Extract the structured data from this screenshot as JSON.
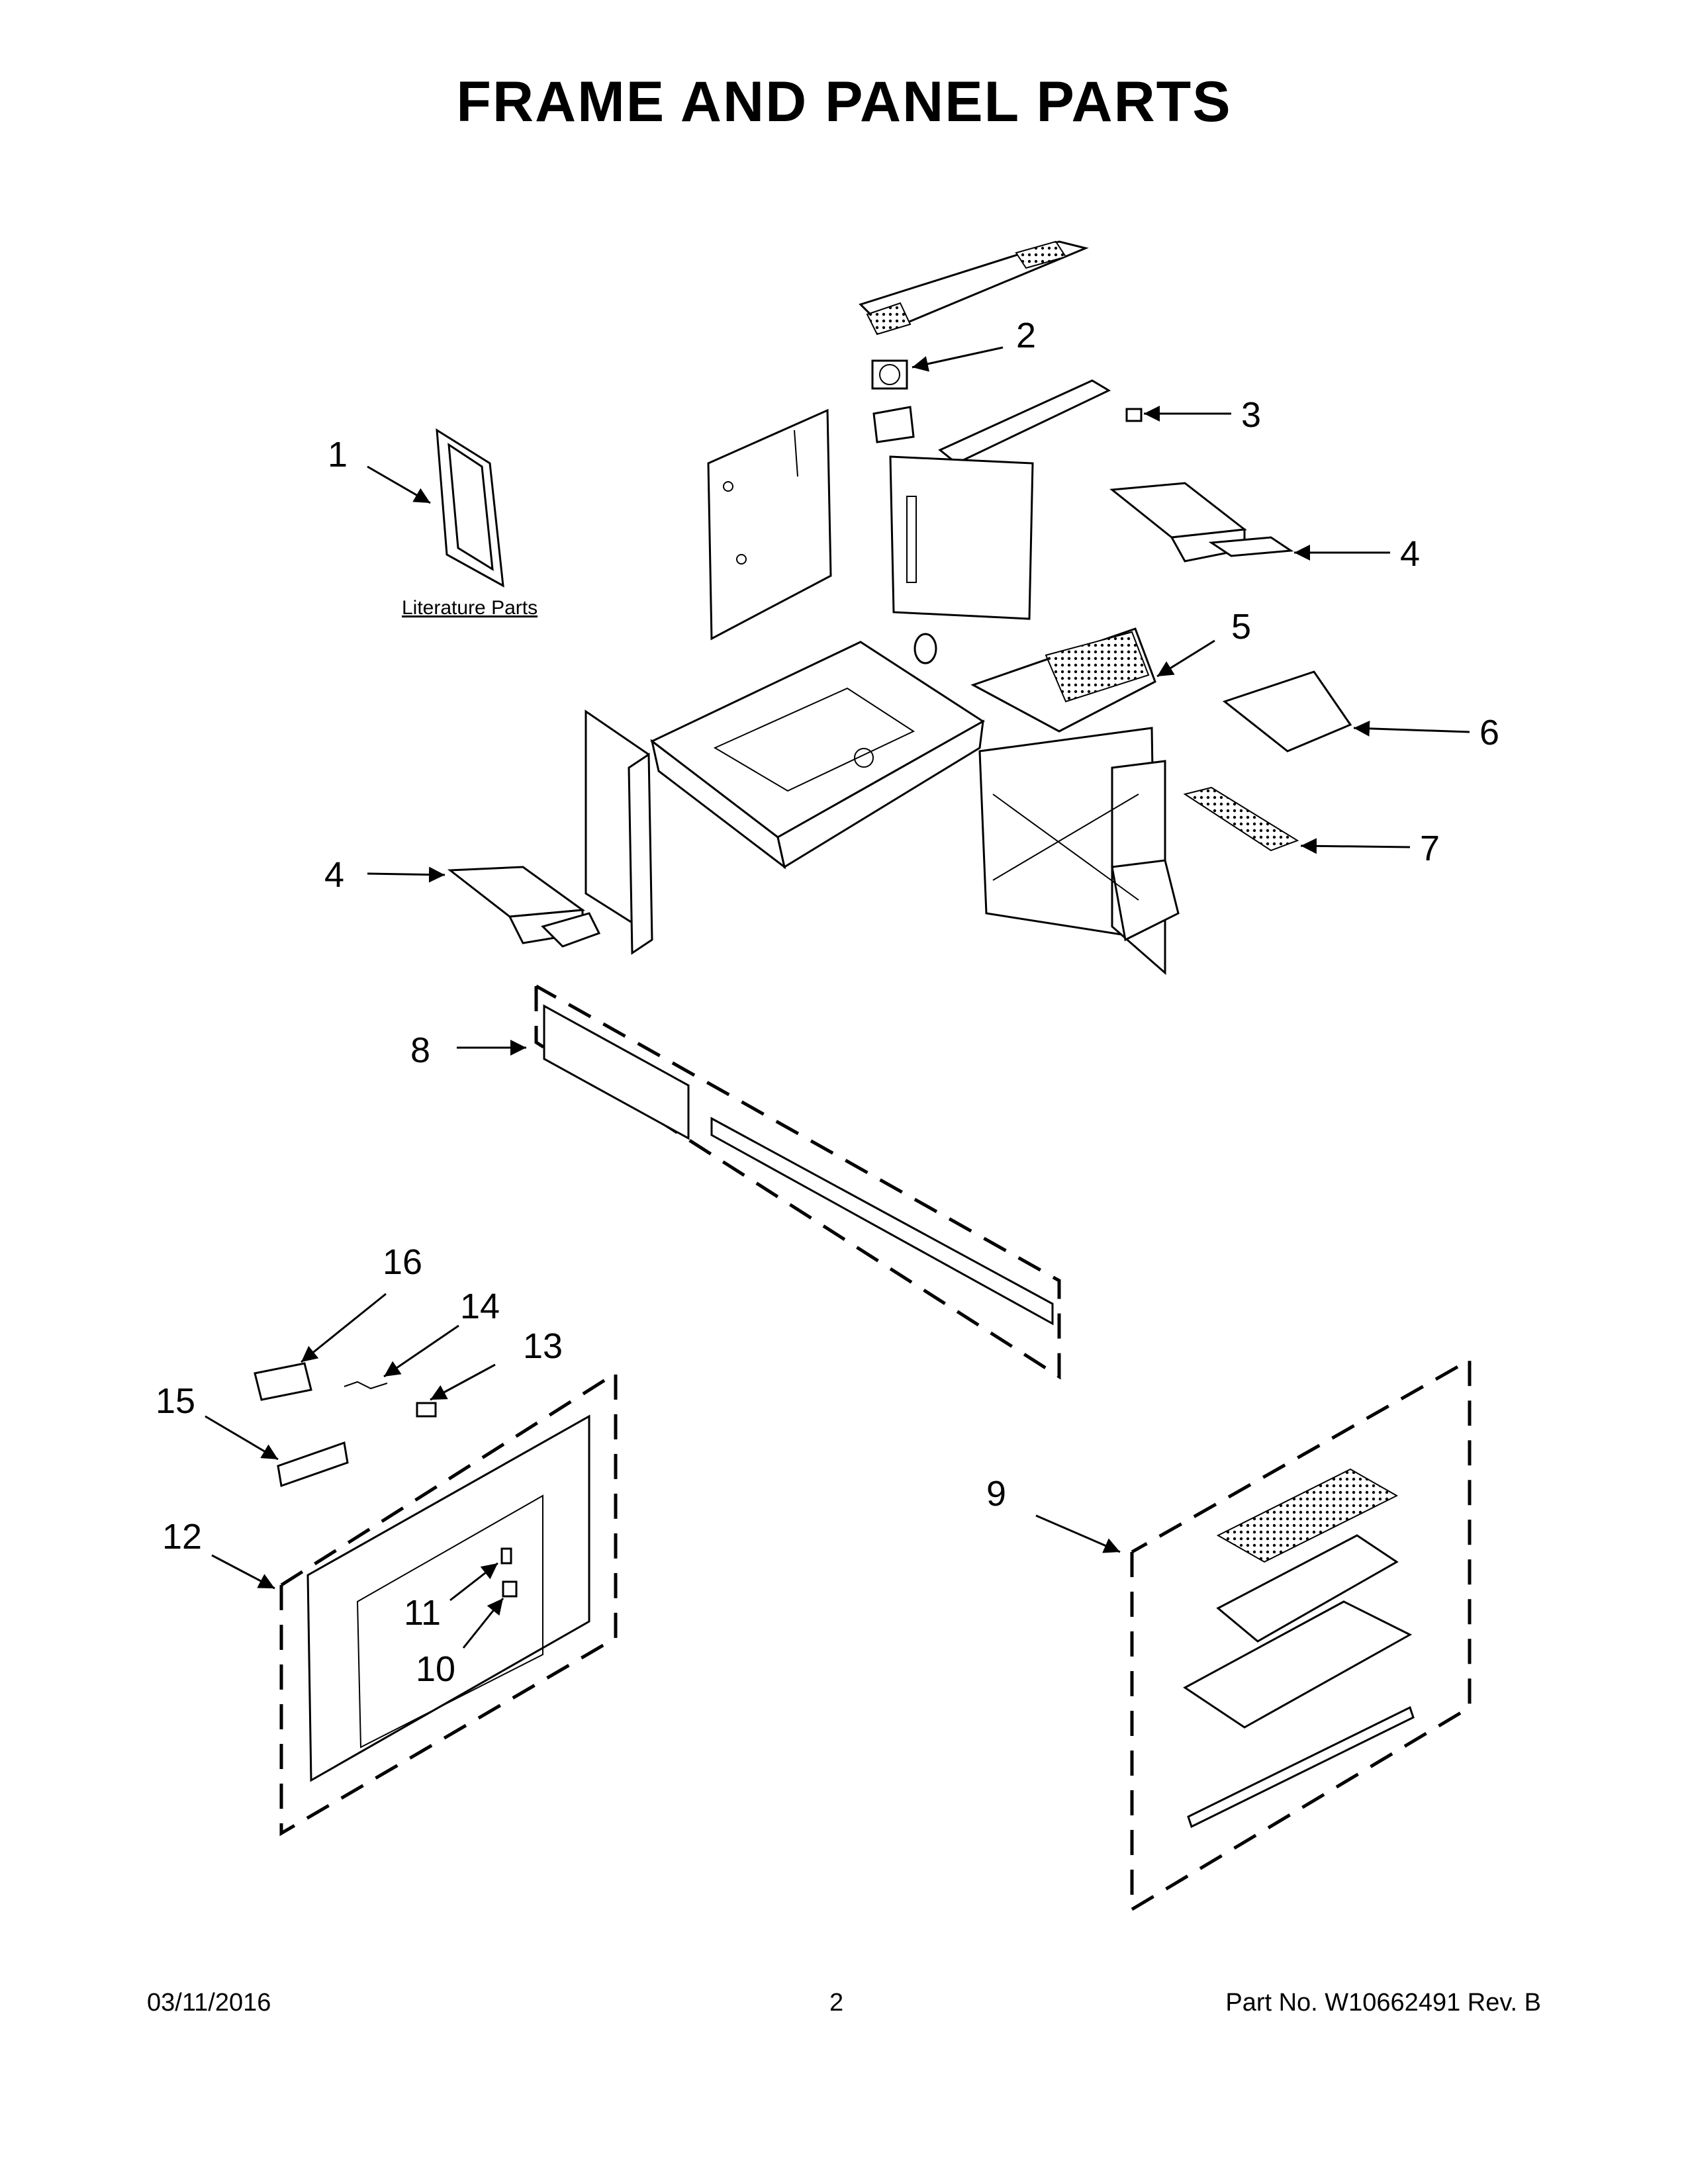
{
  "title": "FRAME AND PANEL PARTS",
  "literature_label": "Literature Parts",
  "callouts": {
    "c1": "1",
    "c2": "2",
    "c3": "3",
    "c4a": "4",
    "c4b": "4",
    "c5": "5",
    "c6": "6",
    "c7": "7",
    "c8": "8",
    "c9": "9",
    "c10": "10",
    "c11": "11",
    "c12": "12",
    "c13": "13",
    "c14": "14",
    "c15": "15",
    "c16": "16"
  },
  "footer": {
    "date": "03/11/2016",
    "page": "2",
    "part": "Part No.  W10662491   Rev.  B"
  }
}
